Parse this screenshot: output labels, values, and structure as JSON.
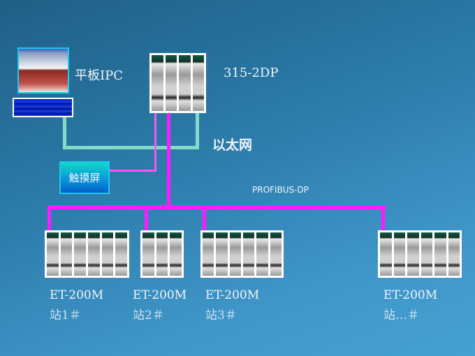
{
  "ipc": {
    "label": "平板IPC"
  },
  "cpu": {
    "label": "315-2DP"
  },
  "ethernet": {
    "label": "以太网",
    "color": "#84dcc8"
  },
  "touch": {
    "label": "触摸屏"
  },
  "profibus": {
    "label": "PROFIBUS-DP",
    "color": "#ff1aff"
  },
  "stations": [
    {
      "model": "ET-200M",
      "name": "站1＃"
    },
    {
      "model": "ET-200M",
      "name": "站2＃"
    },
    {
      "model": "ET-200M",
      "name": "站3＃"
    },
    {
      "model": "ET-200M",
      "name": "站…＃"
    }
  ]
}
